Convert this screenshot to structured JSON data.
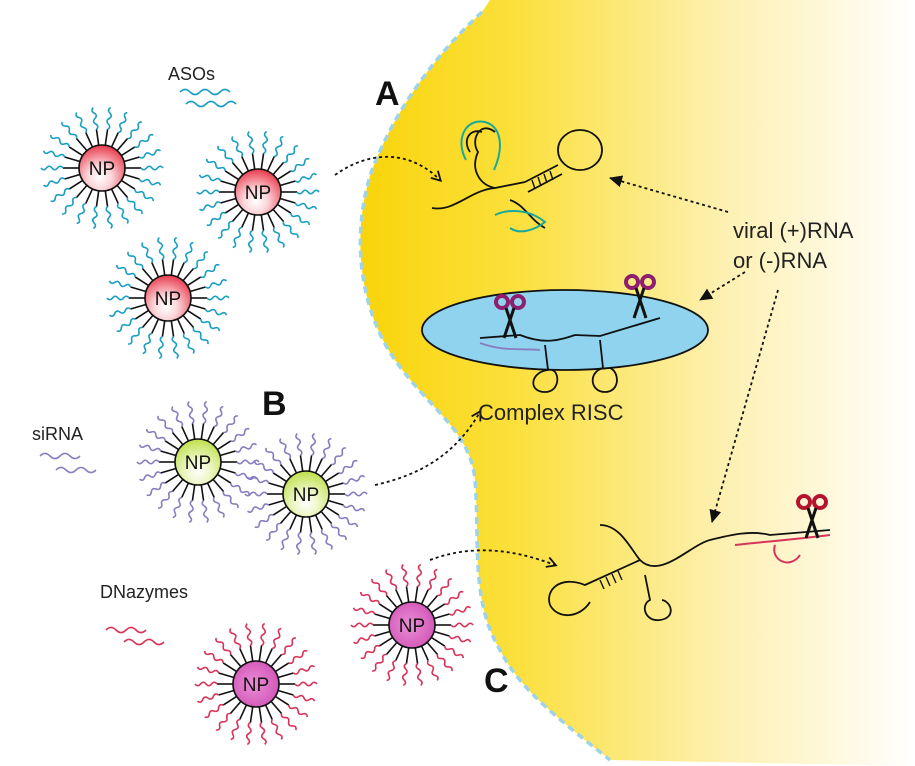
{
  "labels": {
    "section_a": "A",
    "section_b": "B",
    "section_c": "C",
    "asos": "ASOs",
    "sirna": "siRNA",
    "dnazymes": "DNazymes",
    "viral_line1": "viral (+)RNA",
    "viral_line2": "or (-)RNA",
    "risc": "Complex RISC",
    "np": "NP"
  },
  "colors": {
    "cell_yellow": "#f9d40a",
    "membrane": "#9fd3e6",
    "risc_fill": "#8fd3ee",
    "aso_strand": "#1a9fc1",
    "sirna_strand": "#8a7cc0",
    "dnazyme_strand": "#d8345a",
    "np_red": "#e8283c",
    "np_green": "#b8dc3a",
    "np_magenta": "#d455b8",
    "scissors": "#8e1e6e",
    "scissors_red": "#b4142e"
  },
  "icons": {
    "scissors": "scissors-icon",
    "arrow": "dotted-arrow"
  }
}
